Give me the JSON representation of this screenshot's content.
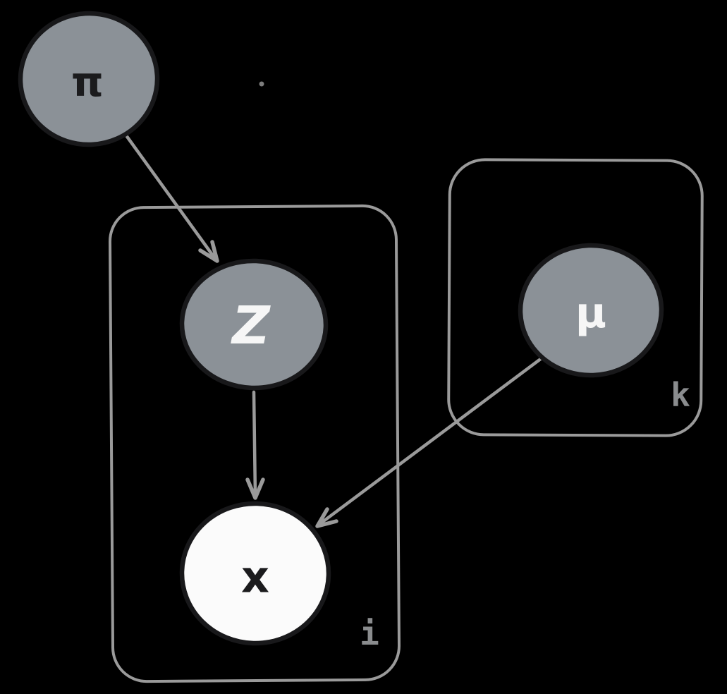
{
  "diagram": {
    "kind": "plate-notation-graphical-model",
    "nodes": {
      "pi": {
        "label": "π",
        "fill": "#8b9197",
        "label_color": "#1b1b1d",
        "shaded": true
      },
      "z": {
        "label": "Z",
        "fill": "#8b9197",
        "label_color": "#f6f6f6",
        "shaded": true
      },
      "mu": {
        "label": "μ",
        "fill": "#8b9197",
        "label_color": "#f6f6f6",
        "shaded": true
      },
      "x": {
        "label": "x",
        "fill": "#fbfbfb",
        "label_color": "#1b1b1d",
        "shaded": false
      }
    },
    "plates": {
      "i": {
        "label": "i",
        "label_color": "#8a8c8e"
      },
      "k": {
        "label": "k",
        "label_color": "#8a8c8e"
      }
    },
    "edges": [
      {
        "from": "pi",
        "to": "z"
      },
      {
        "from": "z",
        "to": "x"
      },
      {
        "from": "mu",
        "to": "x"
      }
    ],
    "colors": {
      "background": "#000000",
      "node_stroke": "#18181a",
      "line": "#9a9a9a"
    }
  }
}
